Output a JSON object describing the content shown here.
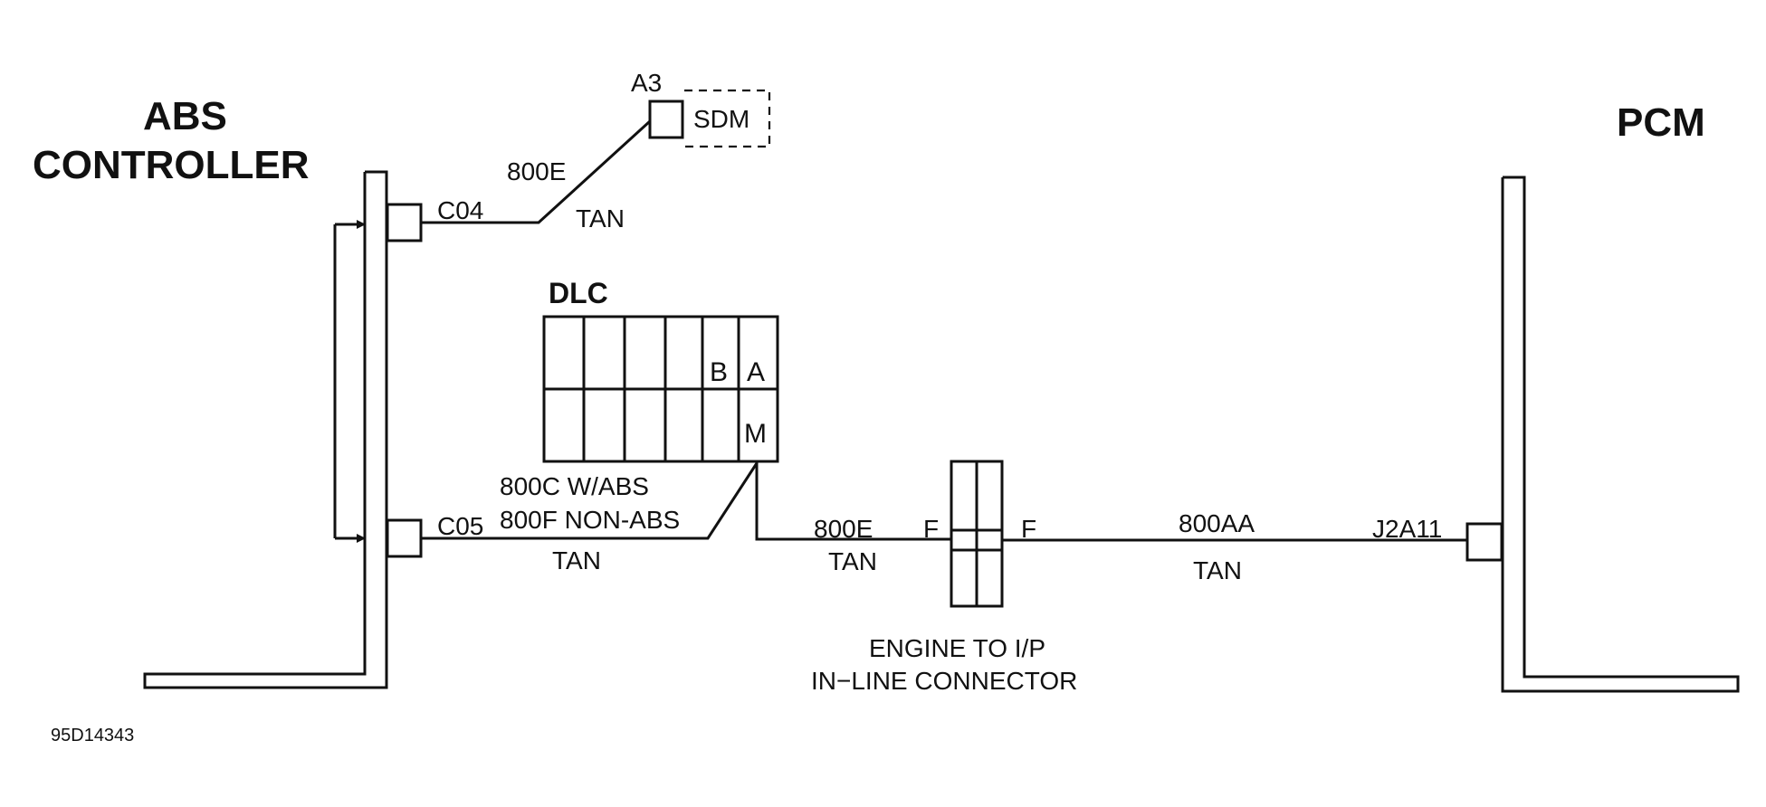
{
  "diagram": {
    "id_code": "95D14343",
    "modules": {
      "abs_line1": "ABS",
      "abs_line2": "CONTROLLER",
      "pcm": "PCM",
      "dlc": "DLC",
      "sdm": "SDM"
    },
    "connectors": {
      "c04": "C04",
      "c05": "C05",
      "a3": "A3",
      "j2a11": "J2A11",
      "f_left": "F",
      "f_right": "F"
    },
    "dlc_pins": {
      "a": "A",
      "b": "B",
      "m": "M"
    },
    "wires": {
      "w800e_top": "800E",
      "tan_top": "TAN",
      "w800c": "800C W/ABS",
      "w800f": "800F NON-ABS",
      "tan_c05": "TAN",
      "w800e_mid": "800E",
      "tan_mid": "TAN",
      "w800aa": "800AA",
      "tan_right": "TAN"
    },
    "inline_connector": {
      "line1": "ENGINE TO I/P",
      "line2": "IN−LINE CONNECTOR"
    }
  }
}
